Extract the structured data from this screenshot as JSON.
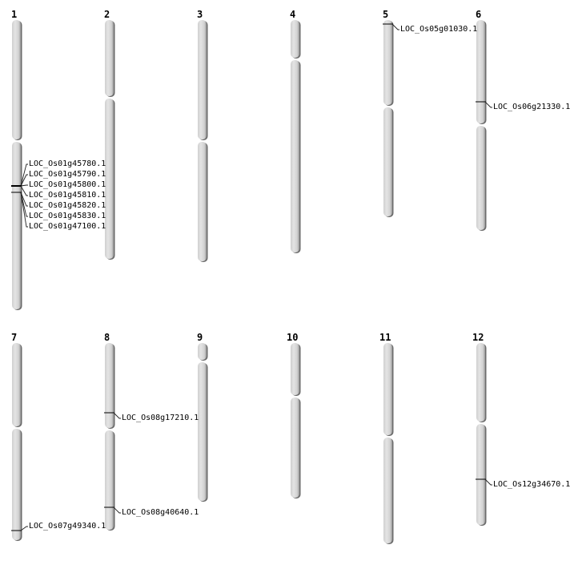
{
  "chromosomes": [
    {
      "name": "1",
      "genes": [
        {
          "label": "LOC_Os01g45780.1"
        },
        {
          "label": "LOC_Os01g45790.1"
        },
        {
          "label": "LOC_Os01g45800.1"
        },
        {
          "label": "LOC_Os01g45810.1"
        },
        {
          "label": "LOC_Os01g45820.1"
        },
        {
          "label": "LOC_Os01g45830.1"
        },
        {
          "label": "LOC_Os01g47100.1"
        }
      ]
    },
    {
      "name": "2",
      "genes": []
    },
    {
      "name": "3",
      "genes": []
    },
    {
      "name": "4",
      "genes": []
    },
    {
      "name": "5",
      "genes": [
        {
          "label": "LOC_Os05g01030.1"
        }
      ]
    },
    {
      "name": "6",
      "genes": [
        {
          "label": "LOC_Os06g21330.1"
        }
      ]
    },
    {
      "name": "7",
      "genes": [
        {
          "label": "LOC_Os07g49340.1"
        }
      ]
    },
    {
      "name": "8",
      "genes": [
        {
          "label": "LOC_Os08g17210.1"
        },
        {
          "label": "LOC_Os08g40640.1"
        }
      ]
    },
    {
      "name": "9",
      "genes": []
    },
    {
      "name": "10",
      "genes": []
    },
    {
      "name": "11",
      "genes": []
    },
    {
      "name": "12",
      "genes": [
        {
          "label": "LOC_Os12g34670.1"
        }
      ]
    }
  ],
  "colors": {
    "chromosome_fill": "#d9d9d9",
    "chromosome_shadow": "#6b6b6b",
    "marker": "#000000"
  }
}
